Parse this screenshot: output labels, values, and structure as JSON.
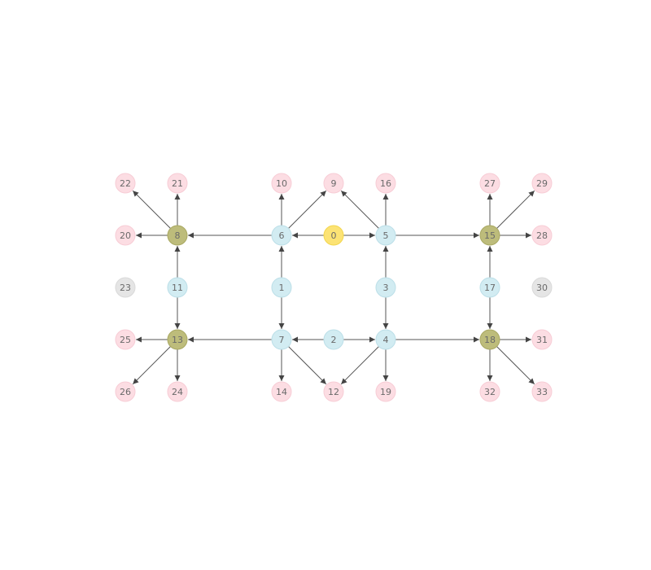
{
  "colors": {
    "root": "#fce374",
    "root_stroke": "#f2d64e",
    "inner": "#d2ecf2",
    "inner_stroke": "#bcdfe8",
    "hub": "#bdbc7b",
    "hub_stroke": "#a9a862",
    "leaf": "#fcdde3",
    "leaf_stroke": "#f7ccd5",
    "isolated": "#e5e5e5",
    "isolated_stroke": "#d9d9d9",
    "edge": "#555555"
  },
  "nodes": [
    {
      "id": "0",
      "kind": "root"
    },
    {
      "id": "1",
      "kind": "inner"
    },
    {
      "id": "2",
      "kind": "inner"
    },
    {
      "id": "3",
      "kind": "inner"
    },
    {
      "id": "4",
      "kind": "inner"
    },
    {
      "id": "5",
      "kind": "inner"
    },
    {
      "id": "6",
      "kind": "inner"
    },
    {
      "id": "7",
      "kind": "inner"
    },
    {
      "id": "11",
      "kind": "inner"
    },
    {
      "id": "17",
      "kind": "inner"
    },
    {
      "id": "8",
      "kind": "hub"
    },
    {
      "id": "13",
      "kind": "hub"
    },
    {
      "id": "15",
      "kind": "hub"
    },
    {
      "id": "18",
      "kind": "hub"
    },
    {
      "id": "9",
      "kind": "leaf"
    },
    {
      "id": "10",
      "kind": "leaf"
    },
    {
      "id": "12",
      "kind": "leaf"
    },
    {
      "id": "14",
      "kind": "leaf"
    },
    {
      "id": "16",
      "kind": "leaf"
    },
    {
      "id": "19",
      "kind": "leaf"
    },
    {
      "id": "20",
      "kind": "leaf"
    },
    {
      "id": "21",
      "kind": "leaf"
    },
    {
      "id": "22",
      "kind": "leaf"
    },
    {
      "id": "24",
      "kind": "leaf"
    },
    {
      "id": "25",
      "kind": "leaf"
    },
    {
      "id": "26",
      "kind": "leaf"
    },
    {
      "id": "27",
      "kind": "leaf"
    },
    {
      "id": "28",
      "kind": "leaf"
    },
    {
      "id": "29",
      "kind": "leaf"
    },
    {
      "id": "31",
      "kind": "leaf"
    },
    {
      "id": "32",
      "kind": "leaf"
    },
    {
      "id": "33",
      "kind": "leaf"
    },
    {
      "id": "23",
      "kind": "isolated"
    },
    {
      "id": "30",
      "kind": "isolated"
    }
  ],
  "edges": [
    [
      "0",
      "6"
    ],
    [
      "0",
      "5"
    ],
    [
      "6",
      "10"
    ],
    [
      "6",
      "9"
    ],
    [
      "6",
      "8"
    ],
    [
      "5",
      "9"
    ],
    [
      "5",
      "16"
    ],
    [
      "5",
      "15"
    ],
    [
      "1",
      "6"
    ],
    [
      "1",
      "7"
    ],
    [
      "3",
      "5"
    ],
    [
      "3",
      "4"
    ],
    [
      "2",
      "7"
    ],
    [
      "2",
      "4"
    ],
    [
      "7",
      "13"
    ],
    [
      "7",
      "14"
    ],
    [
      "7",
      "12"
    ],
    [
      "4",
      "12"
    ],
    [
      "4",
      "19"
    ],
    [
      "4",
      "18"
    ],
    [
      "11",
      "8"
    ],
    [
      "11",
      "13"
    ],
    [
      "17",
      "15"
    ],
    [
      "17",
      "18"
    ],
    [
      "8",
      "22"
    ],
    [
      "8",
      "21"
    ],
    [
      "8",
      "20"
    ],
    [
      "13",
      "25"
    ],
    [
      "13",
      "26"
    ],
    [
      "13",
      "24"
    ],
    [
      "15",
      "27"
    ],
    [
      "15",
      "29"
    ],
    [
      "15",
      "28"
    ],
    [
      "18",
      "31"
    ],
    [
      "18",
      "32"
    ],
    [
      "18",
      "33"
    ]
  ]
}
